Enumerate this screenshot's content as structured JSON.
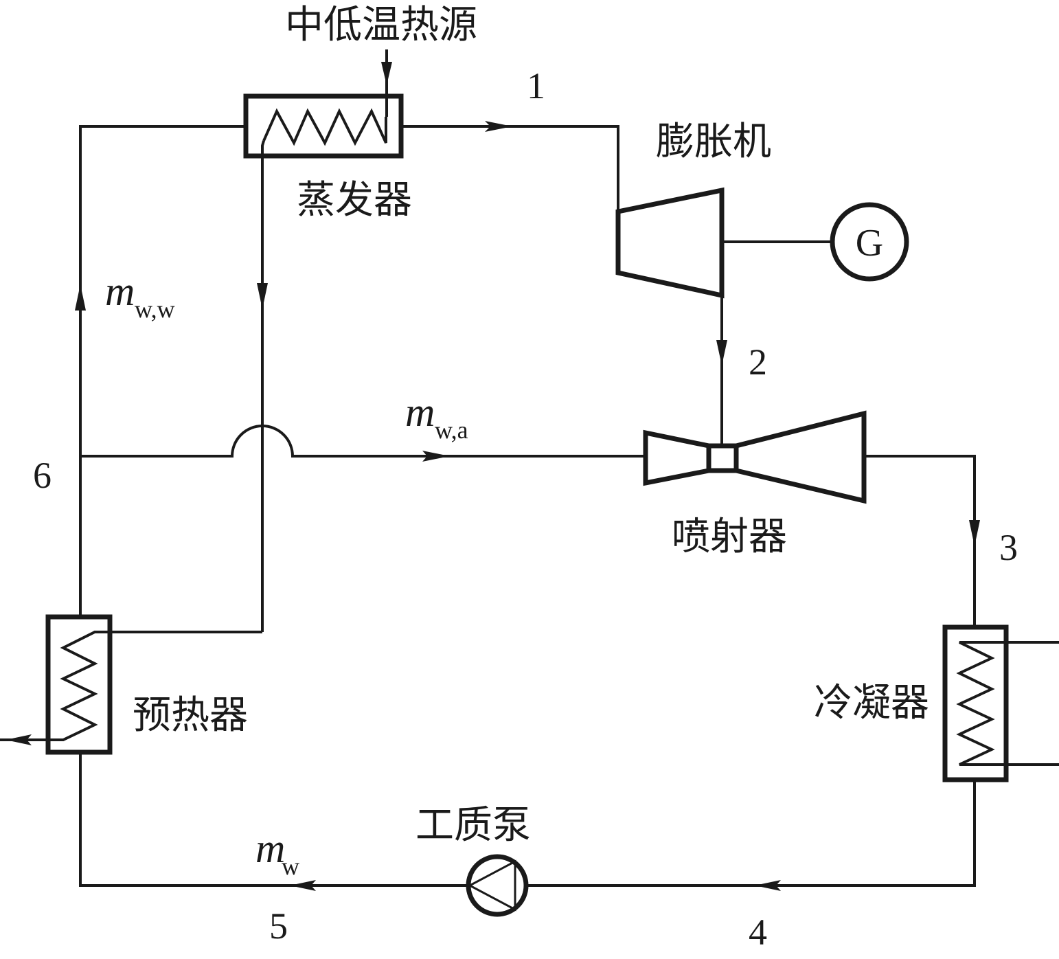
{
  "diagram": {
    "type": "thermodynamic cycle schematic (ORC with ejector)",
    "components": {
      "heat_source": "中低温热源",
      "evaporator": "蒸发器",
      "expander": "膨胀机",
      "generator": "G",
      "ejector": "喷射器",
      "condenser": "冷凝器",
      "pump": "工质泵",
      "preheater": "预热器"
    },
    "state_points": [
      "1",
      "2",
      "3",
      "4",
      "5",
      "6"
    ],
    "flow_labels": {
      "m_ww": {
        "symbol": "m",
        "subscript": "w,w"
      },
      "m_wa": {
        "symbol": "m",
        "subscript": "w,a"
      },
      "m_w": {
        "symbol": "m",
        "subscript": "w"
      }
    },
    "line_color": "#1a1a1a"
  }
}
